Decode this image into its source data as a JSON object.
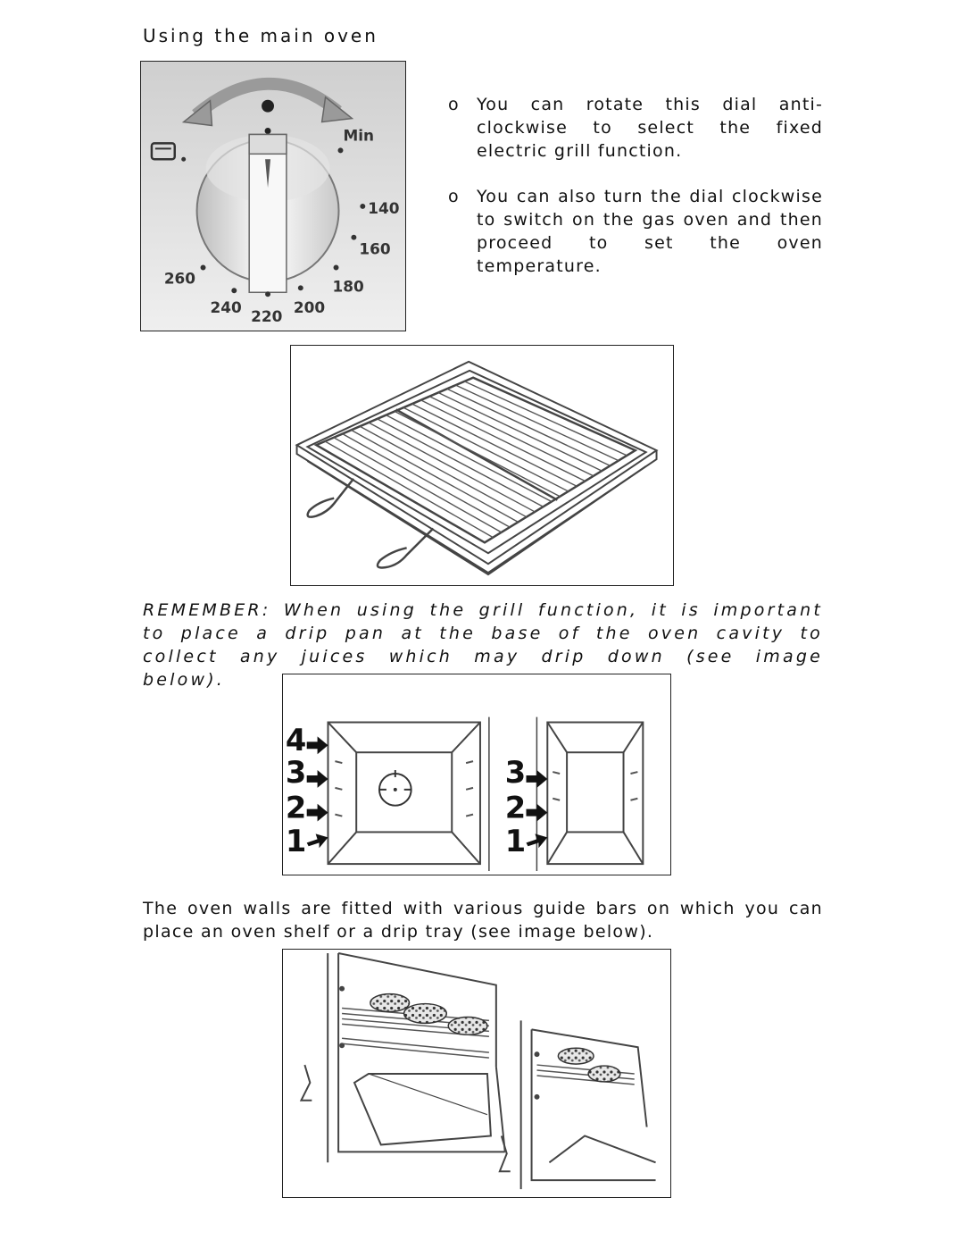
{
  "section_title": "Using the main oven",
  "bullet_marker": "o",
  "bullets": [
    "You can rotate this dial anti-clockwise to select the fixed electric grill function.",
    "You can also turn the dial clockwise to switch on the gas oven and then proceed to set the oven temperature."
  ],
  "dial": {
    "min_label": "Min",
    "temperatures": [
      "140",
      "160",
      "180",
      "200",
      "220",
      "240",
      "260"
    ],
    "icons": [
      "rotation-arrow-icon",
      "grill-icon"
    ]
  },
  "remember_text": "REMEMBER: When using the grill function, it is important to place a drip pan at the base of the oven cavity to collect any juices which may drip down (see image below).",
  "shelf_levels": {
    "main_oven": [
      "4",
      "3",
      "2",
      "1"
    ],
    "second_oven": [
      "3",
      "2",
      "1"
    ]
  },
  "walls_text": "The oven walls are fitted with various guide bars on which you can place an oven shelf or a drip tray (see image below).",
  "colors": {
    "text": "#111111",
    "border": "#222222",
    "illustration_line": "#444444"
  }
}
